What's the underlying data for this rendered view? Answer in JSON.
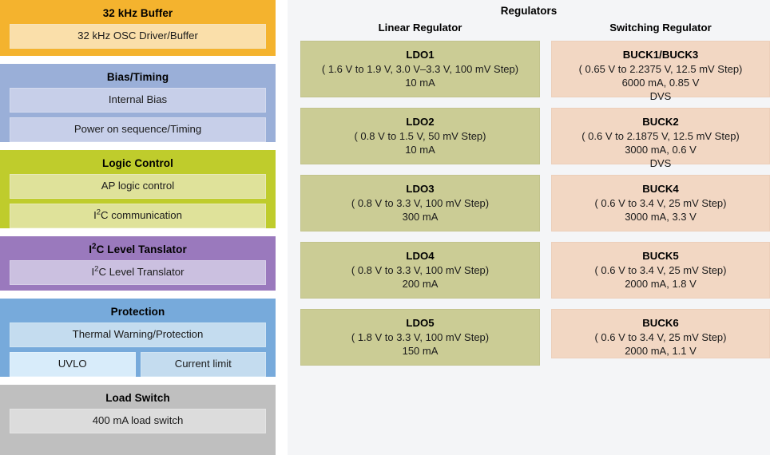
{
  "left_column": {
    "blocks": [
      {
        "name": "osc-buffer",
        "title": "32 kHz Buffer",
        "color": "#f4b32e",
        "rows": [
          {
            "items": [
              {
                "label": "32 kHz OSC Driver/Buffer"
              }
            ]
          }
        ]
      },
      {
        "name": "bias-timing",
        "title": "Bias/Timing",
        "color": "#9aafd8",
        "rows": [
          {
            "items": [
              {
                "label": "Internal Bias"
              }
            ]
          },
          {
            "items": [
              {
                "label": "Power on sequence/Timing"
              }
            ]
          }
        ]
      },
      {
        "name": "logic-control",
        "title": "Logic Control",
        "color": "#bfcc2c",
        "rows": [
          {
            "items": [
              {
                "label": "AP logic control"
              }
            ]
          },
          {
            "items": [
              {
                "label_html": "I<sup>2</sup>C communication",
                "label": "I2C communication"
              }
            ]
          }
        ]
      },
      {
        "name": "i2c-level-translator",
        "title_html": "I<sup>2</sup>C Level Tanslator",
        "title": "I2C Level Tanslator",
        "color": "#9a79bd",
        "rows": [
          {
            "items": [
              {
                "label_html": "I<sup>2</sup>C Level Translator",
                "label": "I2C Level Translator"
              }
            ]
          }
        ]
      },
      {
        "name": "protection",
        "title": "Protection",
        "color": "#77aadb",
        "rows": [
          {
            "items": [
              {
                "label": "Thermal Warning/Protection"
              }
            ]
          },
          {
            "items": [
              {
                "label": "UVLO",
                "variant": "light"
              },
              {
                "label": "Current limit"
              }
            ]
          }
        ]
      },
      {
        "name": "load-switch",
        "title": "Load Switch",
        "color": "#bfbfbf",
        "rows": [
          {
            "items": [
              {
                "label": "400 mA load switch"
              }
            ]
          }
        ]
      }
    ]
  },
  "right_panel": {
    "title": "Regulators",
    "background": "#f4f5f7",
    "columns": [
      {
        "name": "linear-regulator",
        "header": "Linear Regulator",
        "card_color": "#cbcc95",
        "cards": [
          {
            "title": "LDO1",
            "lines": [
              "( 1.6 V to 1.9 V, 3.0 V–3.3 V, 100 mV Step)",
              "10 mA"
            ]
          },
          {
            "title": "LDO2",
            "lines": [
              "( 0.8 V to 1.5 V, 50 mV Step)",
              "10 mA"
            ]
          },
          {
            "title": "LDO3",
            "lines": [
              "( 0.8 V to 3.3 V, 100 mV Step)",
              "300 mA"
            ]
          },
          {
            "title": "LDO4",
            "lines": [
              "( 0.8 V to 3.3 V, 100 mV Step)",
              "200 mA"
            ]
          },
          {
            "title": "LDO5",
            "lines": [
              "( 1.8 V to 3.3 V, 100 mV Step)",
              "150 mA"
            ]
          }
        ]
      },
      {
        "name": "switching-regulator",
        "header": "Switching Regulator",
        "card_color": "#f2d7c3",
        "cards": [
          {
            "title": "BUCK1/BUCK3",
            "lines": [
              "( 0.65 V to 2.2375 V, 12.5 mV Step)",
              "6000 mA, 0.85 V",
              "DVS"
            ]
          },
          {
            "title": "BUCK2",
            "lines": [
              "( 0.6 V to 2.1875 V, 12.5 mV Step)",
              "3000 mA, 0.6 V",
              "DVS"
            ]
          },
          {
            "title": "BUCK4",
            "lines": [
              "( 0.6 V to 3.4 V, 25 mV Step)",
              "3000 mA, 3.3 V"
            ]
          },
          {
            "title": "BUCK5",
            "lines": [
              "( 0.6 V to 3.4 V, 25 mV Step)",
              "2000 mA, 1.8 V"
            ]
          },
          {
            "title": "BUCK6",
            "lines": [
              "( 0.6 V to 3.4 V, 25 mV Step)",
              "2000 mA, 1.1 V"
            ]
          }
        ]
      }
    ]
  }
}
